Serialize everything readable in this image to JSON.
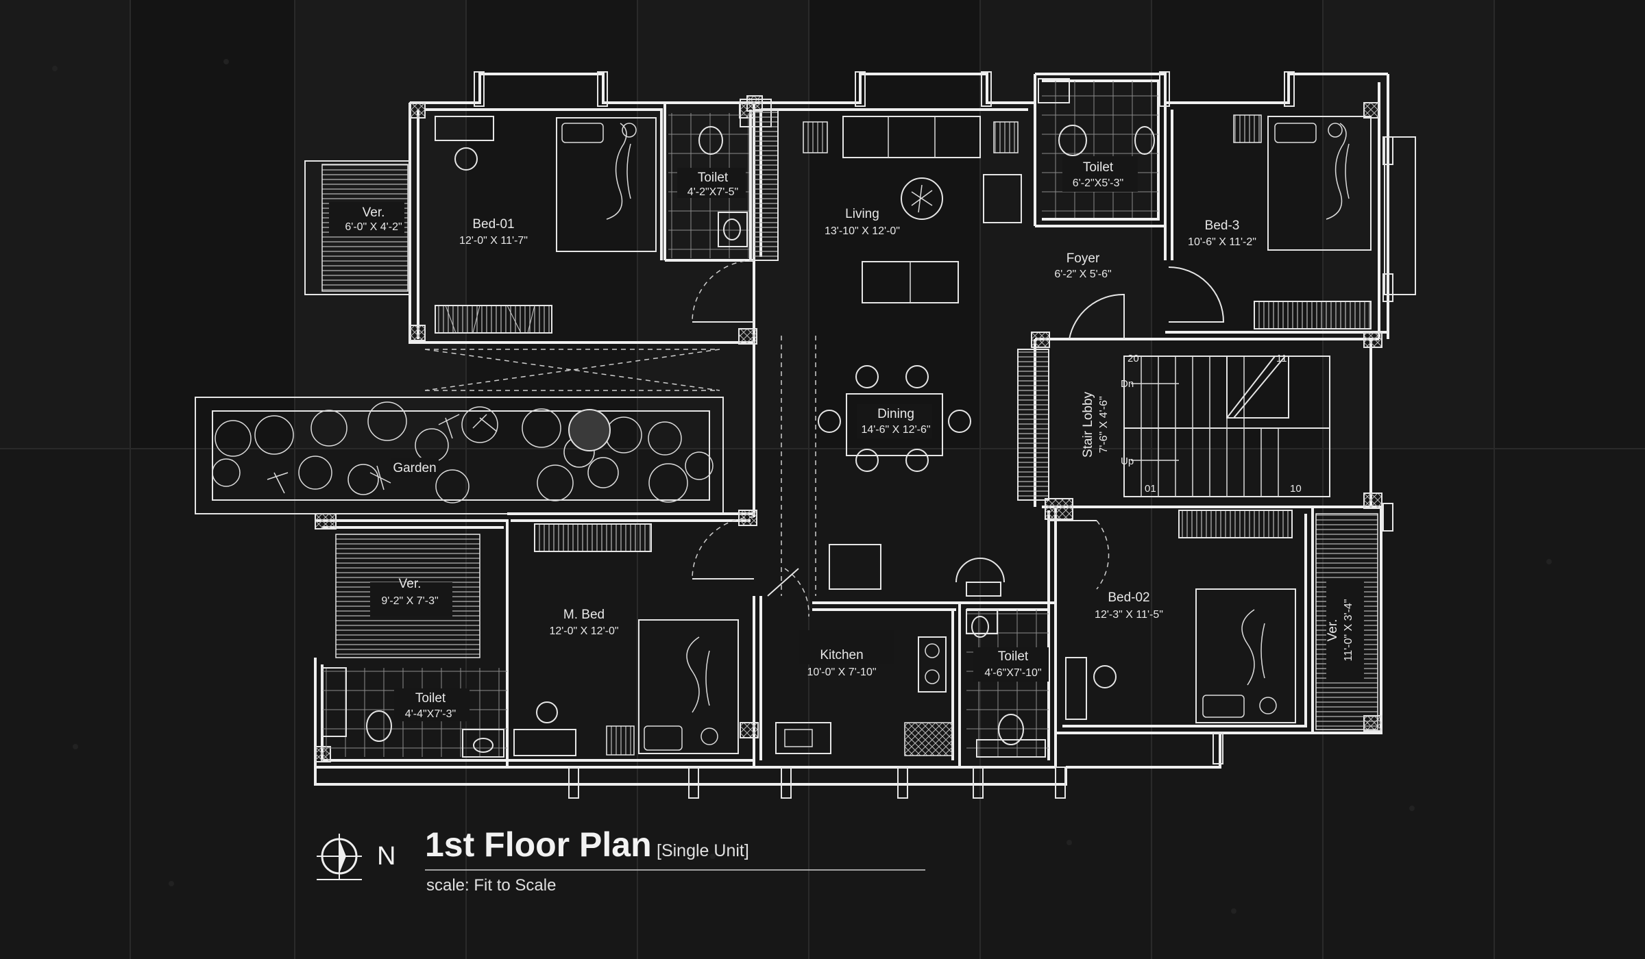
{
  "drawing": {
    "title": "1st Floor Plan",
    "subtitle": "[Single Unit]",
    "scale_text": "scale: Fit to Scale",
    "north_label": "N"
  },
  "rooms": {
    "bed01": {
      "name": "Bed-01",
      "size": "12'-0\" X 11'-7\""
    },
    "ver_nw": {
      "name": "Ver.",
      "size": "6'-0\" X 4'-2\""
    },
    "toilet_n": {
      "name": "Toilet",
      "size": "4'-2\"X7'-5\""
    },
    "living": {
      "name": "Living",
      "size": "13'-10\" X 12'-0\""
    },
    "toilet_ne": {
      "name": "Toilet",
      "size": "6'-2\"X5'-3\""
    },
    "foyer": {
      "name": "Foyer",
      "size": "6'-2\" X 5'-6\""
    },
    "bed3": {
      "name": "Bed-3",
      "size": "10'-6\" X 11'-2\""
    },
    "garden": {
      "name": "Garden"
    },
    "dining": {
      "name": "Dining",
      "size": "14'-6\" X 12'-6\""
    },
    "stair": {
      "name": "Stair Lobby",
      "size": "7'-6\" X 4'-6\"",
      "dn": "Dn",
      "up": "Up",
      "n20": "20",
      "n11": "11",
      "n01": "01",
      "n10": "10"
    },
    "ver_w": {
      "name": "Ver.",
      "size": "9'-2\" X 7'-3\""
    },
    "mbed": {
      "name": "M. Bed",
      "size": "12'-0\" X 12'-0\""
    },
    "toilet_sw": {
      "name": "Toilet",
      "size": "4'-4\"X7'-3\""
    },
    "kitchen": {
      "name": "Kitchen",
      "size": "10'-0\" X 7'-10\""
    },
    "toilet_s": {
      "name": "Toilet",
      "size": "4'-6\"X7'-10\""
    },
    "bed02": {
      "name": "Bed-02",
      "size": "12'-3\" X 11'-5\""
    },
    "ver_e": {
      "name": "Ver.",
      "size": "11'-0\" X 3'-4\""
    }
  },
  "colors": {
    "background": "#161616",
    "linework": "#efefef"
  }
}
